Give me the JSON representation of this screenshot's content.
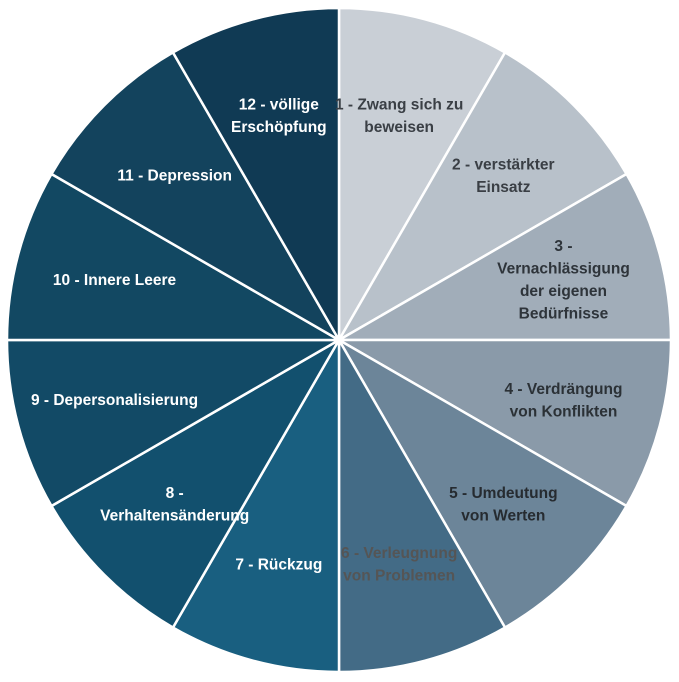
{
  "diagram": {
    "type": "wheel",
    "segments": [
      {
        "label_lines": [
          "1 - Zwang sich zu",
          "beweisen"
        ],
        "fill": "#c9cfd6",
        "text_color": "#3a3f45"
      },
      {
        "label_lines": [
          "2 - verstärkter",
          "Einsatz"
        ],
        "fill": "#b8c1ca",
        "text_color": "#3a3f45"
      },
      {
        "label_lines": [
          "3 -",
          "Vernachlässigung",
          "der eigenen",
          "Bedürfnisse"
        ],
        "fill": "#a1adb9",
        "text_color": "#2e343a"
      },
      {
        "label_lines": [
          "4 - Verdrängung",
          "von Konflikten"
        ],
        "fill": "#8a9aa9",
        "text_color": "#2b3136"
      },
      {
        "label_lines": [
          "5 - Umdeutung",
          "von Werten"
        ],
        "fill": "#6c8599",
        "text_color": "#262b30"
      },
      {
        "label_lines": [
          "6 - Verleugnung",
          "von Problemen"
        ],
        "fill": "#436b86",
        "text_color": "#555555"
      },
      {
        "label_lines": [
          "7 - Rückzug"
        ],
        "fill": "#195f80",
        "text_color": "#ffffff"
      },
      {
        "label_lines": [
          "8 -",
          "Verhaltensänderung"
        ],
        "fill": "#12506e",
        "text_color": "#ffffff"
      },
      {
        "label_lines": [
          "9 - Depersonalisierung"
        ],
        "fill": "#124a66",
        "text_color": "#ffffff"
      },
      {
        "label_lines": [
          "10 - Innere Leere"
        ],
        "fill": "#124862",
        "text_color": "#ffffff"
      },
      {
        "label_lines": [
          "11 - Depression"
        ],
        "fill": "#13435d",
        "text_color": "#ffffff"
      },
      {
        "label_lines": [
          "12 - völlige",
          "Erschöpfung"
        ],
        "fill": "#103a54",
        "text_color": "#ffffff"
      }
    ]
  }
}
